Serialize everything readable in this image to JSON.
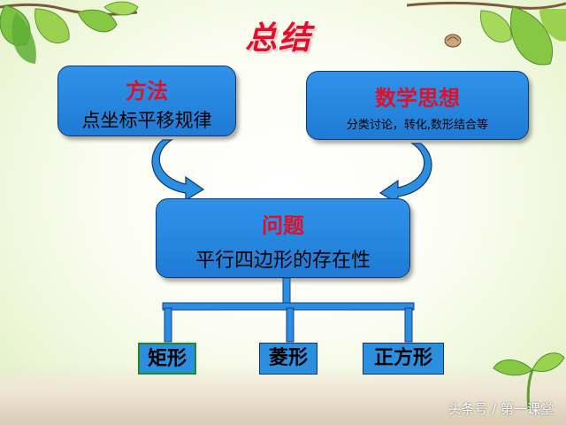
{
  "slide": {
    "title": "总结",
    "method": {
      "heading": "方法",
      "text": "点坐标平移规律"
    },
    "thought": {
      "heading": "数学思想",
      "text": "分类讨论，转化,数形结合等"
    },
    "problem": {
      "heading": "问题",
      "text": "平行四边形的存在性"
    },
    "cases": [
      "矩形",
      "菱形",
      "正方形"
    ],
    "watermark": "头条号 / 第一课堂"
  },
  "colors": {
    "title": "#e0102a",
    "box_fill": "#2b8fe0",
    "box_border": "#16356e",
    "connector": "#1a3a8a"
  },
  "icons": [
    "leaf-cluster-top-left",
    "leaf-cluster-top-right",
    "sprout-bottom-right",
    "curved-arrow-left",
    "curved-arrow-right"
  ]
}
